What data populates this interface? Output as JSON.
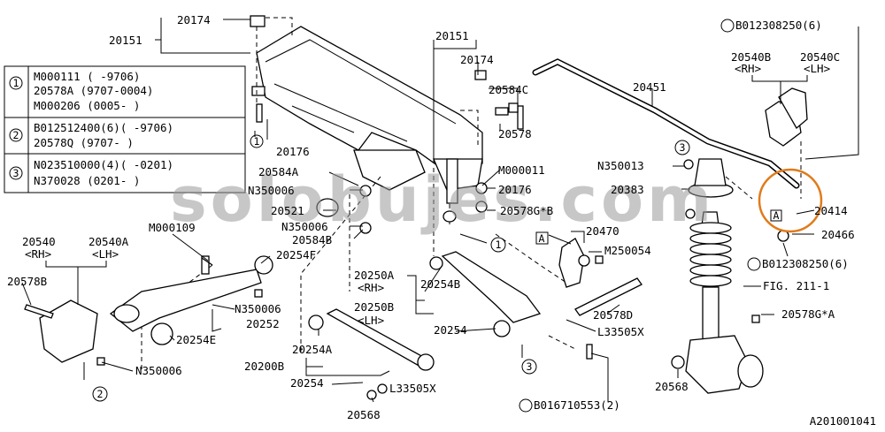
{
  "watermark": "solobujes.com",
  "figure_code": "A201001041",
  "highlight_color": "#e07b1a",
  "legend": {
    "rows": [
      {
        "marker": "1",
        "lines": [
          "M000111 (    -9706)",
          "20578A (9707-0004)",
          "M000206 (0005-    )"
        ]
      },
      {
        "marker": "2",
        "lines": [
          "B012512400(6)(    -9706)",
          "20578Q (9707-    )"
        ]
      },
      {
        "marker": "3",
        "lines": [
          "N023510000(4)(    -0201)",
          "N370028 (0201-    )"
        ]
      }
    ]
  },
  "labels": {
    "p20174a": "20174",
    "p20151a": "20151",
    "p20151b": "20151",
    "p20174b": "20174",
    "p20584c": "20584C",
    "p20578": "20578",
    "p20176a": "20176",
    "p20584a": "20584A",
    "n350006a": "N350006",
    "p20521": "20521",
    "n350006b": "N350006",
    "p20584b": "20584B",
    "m000011": "M000011",
    "p20176b": "20176",
    "p20578g1": "20578G*B",
    "c1": "1",
    "p20451": "20451",
    "b012308250a": "B012308250(6)",
    "p20540b": "20540B",
    "rh1": "<RH>",
    "p20540c": "20540C",
    "lh1": "<LH>",
    "c3a": "3",
    "n350013": "N350013",
    "p20383": "20383",
    "p20414": "20414",
    "p20466": "20466",
    "b012308250b": "B012308250(6)",
    "fig": "FIG. 211-1",
    "p20578g2": "20578G*A",
    "p20568b": "20568",
    "p20540": "20540",
    "rh2": "<RH>",
    "p20540a": "20540A",
    "lh2": "<LH>",
    "m000109": "M000109",
    "p20254f": "20254F",
    "p20578b": "20578B",
    "n350006c": "N350006",
    "p20252": "20252",
    "p20254e": "20254E",
    "n350006d": "N350006",
    "c2": "2",
    "p20250a": "20250A",
    "rh3": "<RH>",
    "p20250b": "20250B",
    "lh3": "<LH>",
    "p20254b": "20254B",
    "p20254": "20254",
    "p20254a": "20254A",
    "p20200b": "20200B",
    "p20254c": "20254",
    "l33505xa": "L33505X",
    "p20568a": "20568",
    "boxA": "A",
    "p20470": "20470",
    "m250054": "M250054",
    "p20578d": "20578D",
    "l33505xb": "L33505X",
    "c3b": "3",
    "b016710553": "B016710553(2)"
  }
}
